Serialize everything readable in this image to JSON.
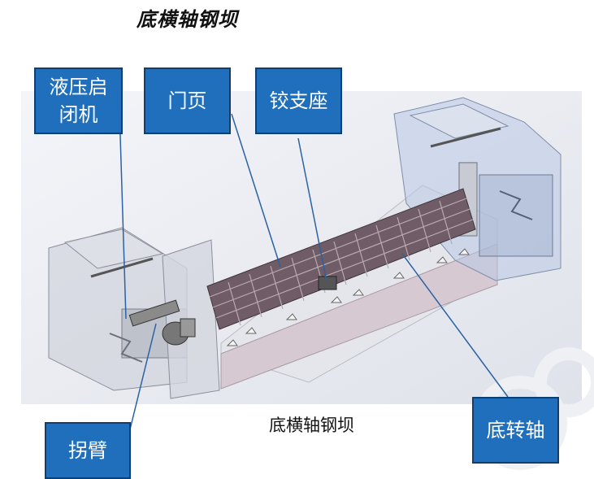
{
  "page_title": "底横轴钢坝",
  "caption": "底横轴钢坝",
  "labels": {
    "hydraulic_hoist": "液压启闭机",
    "gate_leaf": "门页",
    "hinge_support": "铰支座",
    "crank_arm": "拐臂",
    "bottom_shaft": "底转轴"
  },
  "colors": {
    "label_fill": "#1f6fbd",
    "label_border": "#0d3f73",
    "leader_line": "#2a62a4",
    "gate_panel": "#6f5c66",
    "pier_glass": "#c9ccd6",
    "foundation": "#d7c9d1"
  }
}
